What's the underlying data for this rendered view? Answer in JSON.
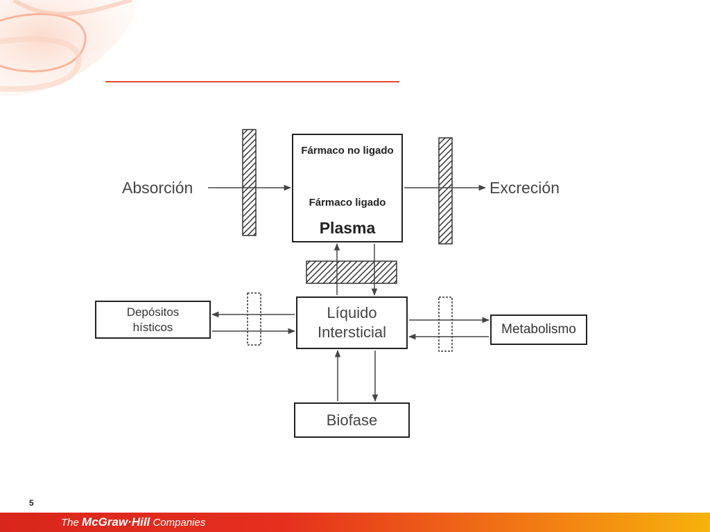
{
  "slide": {
    "page_number": "5"
  },
  "footer": {
    "brand_prefix": "The",
    "brand_name": "McGraw·Hill",
    "brand_suffix": "Companies"
  },
  "diagram": {
    "absorcion": "Absorción",
    "excrecion": "Excreción",
    "plasma": {
      "unbound": "Fármaco no ligado",
      "bound": "Fármaco ligado",
      "title": "Plasma"
    },
    "liquido": {
      "line1": "Líquido",
      "line2": "Intersticial"
    },
    "depositos": {
      "line1": "Depósitos",
      "line2": "hísticos"
    },
    "metabolismo": "Metabolismo",
    "biofase": "Biofase"
  },
  "colors": {
    "title_rule": "#e04a2c",
    "footer_start": "#d9261c",
    "footer_end": "#f7b20c"
  }
}
